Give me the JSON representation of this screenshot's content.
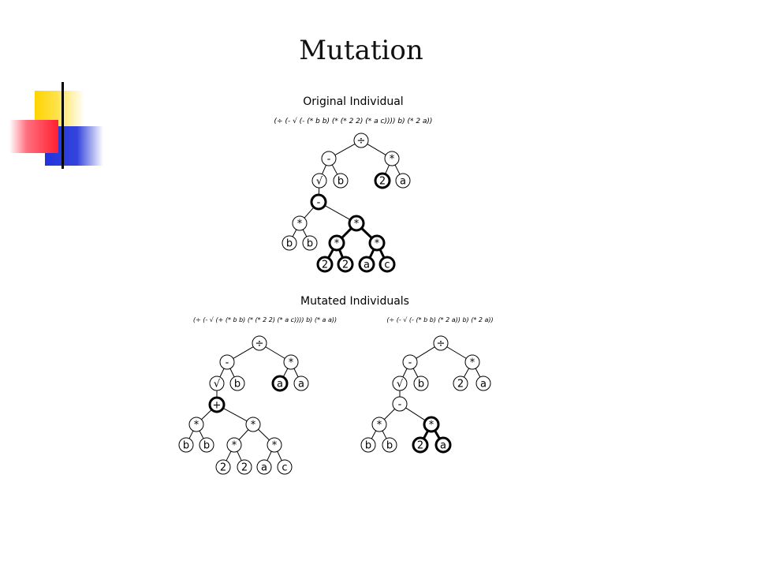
{
  "slide": {
    "title": "Mutation"
  },
  "original": {
    "heading": "Original Individual",
    "expression": "(÷ (- √ (- (* b b) (* (* 2 2) (* a c)))) b) (* 2 a))"
  },
  "mutated": {
    "heading": "Mutated Individuals",
    "left_expression": "(÷ (- √ (+ (* b b) (* (* 2 2) (* a c)))) b) (* a a))",
    "right_expression": "(÷ (- √ (- (* b b) (* 2 a)) b) (* 2 a))"
  },
  "colors": {
    "line": "#000000",
    "node_fill": "#ffffff",
    "accent_yellow": "#ffd400",
    "accent_blue": "#2233dd",
    "accent_red": "#ff2030"
  },
  "trees": {
    "original": {
      "nodes": [
        {
          "id": "o_div",
          "label": "÷",
          "bold": false
        },
        {
          "id": "o_minus1",
          "label": "-",
          "bold": false
        },
        {
          "id": "o_mul1",
          "label": "*",
          "bold": false
        },
        {
          "id": "o_sqrt",
          "label": "√",
          "bold": false
        },
        {
          "id": "o_b1",
          "label": "b",
          "bold": false
        },
        {
          "id": "o_2a",
          "label": "2",
          "bold": true
        },
        {
          "id": "o_a1",
          "label": "a",
          "bold": false
        },
        {
          "id": "o_minus2",
          "label": "-",
          "bold": true
        },
        {
          "id": "o_mul2",
          "label": "*",
          "bold": false
        },
        {
          "id": "o_mul3",
          "label": "*",
          "bold": true
        },
        {
          "id": "o_b2",
          "label": "b",
          "bold": false
        },
        {
          "id": "o_b3",
          "label": "b",
          "bold": false
        },
        {
          "id": "o_mul4",
          "label": "*",
          "bold": true
        },
        {
          "id": "o_mul5",
          "label": "*",
          "bold": true
        },
        {
          "id": "o_2b",
          "label": "2",
          "bold": true
        },
        {
          "id": "o_2c",
          "label": "2",
          "bold": true
        },
        {
          "id": "o_a2",
          "label": "a",
          "bold": true
        },
        {
          "id": "o_c",
          "label": "c",
          "bold": true
        }
      ],
      "edges": [
        {
          "from": "o_div",
          "to": "o_minus1",
          "bold": false
        },
        {
          "from": "o_div",
          "to": "o_mul1",
          "bold": false
        },
        {
          "from": "o_minus1",
          "to": "o_sqrt",
          "bold": false
        },
        {
          "from": "o_minus1",
          "to": "o_b1",
          "bold": false
        },
        {
          "from": "o_mul1",
          "to": "o_2a",
          "bold": false
        },
        {
          "from": "o_mul1",
          "to": "o_a1",
          "bold": false
        },
        {
          "from": "o_sqrt",
          "to": "o_minus2",
          "bold": false
        },
        {
          "from": "o_minus2",
          "to": "o_mul2",
          "bold": false
        },
        {
          "from": "o_minus2",
          "to": "o_mul3",
          "bold": false
        },
        {
          "from": "o_mul2",
          "to": "o_b2",
          "bold": false
        },
        {
          "from": "o_mul2",
          "to": "o_b3",
          "bold": false
        },
        {
          "from": "o_mul3",
          "to": "o_mul4",
          "bold": true
        },
        {
          "from": "o_mul3",
          "to": "o_mul5",
          "bold": true
        },
        {
          "from": "o_mul4",
          "to": "o_2b",
          "bold": true
        },
        {
          "from": "o_mul4",
          "to": "o_2c",
          "bold": true
        },
        {
          "from": "o_mul5",
          "to": "o_a2",
          "bold": true
        },
        {
          "from": "o_mul5",
          "to": "o_c",
          "bold": true
        }
      ]
    },
    "mutated_left": {
      "nodes": [
        {
          "id": "l_div",
          "label": "÷",
          "bold": false
        },
        {
          "id": "l_minus1",
          "label": "-",
          "bold": false
        },
        {
          "id": "l_mul1",
          "label": "*",
          "bold": false
        },
        {
          "id": "l_sqrt",
          "label": "√",
          "bold": false
        },
        {
          "id": "l_b1",
          "label": "b",
          "bold": false
        },
        {
          "id": "l_aa",
          "label": "a",
          "bold": true
        },
        {
          "id": "l_a1",
          "label": "a",
          "bold": false
        },
        {
          "id": "l_plus",
          "label": "+",
          "bold": true
        },
        {
          "id": "l_mul2",
          "label": "*",
          "bold": false
        },
        {
          "id": "l_mul3",
          "label": "*",
          "bold": false
        },
        {
          "id": "l_b2",
          "label": "b",
          "bold": false
        },
        {
          "id": "l_b3",
          "label": "b",
          "bold": false
        },
        {
          "id": "l_mul4",
          "label": "*",
          "bold": false
        },
        {
          "id": "l_mul5",
          "label": "*",
          "bold": false
        },
        {
          "id": "l_2a",
          "label": "2",
          "bold": false
        },
        {
          "id": "l_2b",
          "label": "2",
          "bold": false
        },
        {
          "id": "l_a2",
          "label": "a",
          "bold": false
        },
        {
          "id": "l_c",
          "label": "c",
          "bold": false
        }
      ],
      "edges": [
        {
          "from": "l_div",
          "to": "l_minus1",
          "bold": false
        },
        {
          "from": "l_div",
          "to": "l_mul1",
          "bold": false
        },
        {
          "from": "l_minus1",
          "to": "l_sqrt",
          "bold": false
        },
        {
          "from": "l_minus1",
          "to": "l_b1",
          "bold": false
        },
        {
          "from": "l_mul1",
          "to": "l_aa",
          "bold": false
        },
        {
          "from": "l_mul1",
          "to": "l_a1",
          "bold": false
        },
        {
          "from": "l_sqrt",
          "to": "l_plus",
          "bold": false
        },
        {
          "from": "l_plus",
          "to": "l_mul2",
          "bold": false
        },
        {
          "from": "l_plus",
          "to": "l_mul3",
          "bold": false
        },
        {
          "from": "l_mul2",
          "to": "l_b2",
          "bold": false
        },
        {
          "from": "l_mul2",
          "to": "l_b3",
          "bold": false
        },
        {
          "from": "l_mul3",
          "to": "l_mul4",
          "bold": false
        },
        {
          "from": "l_mul3",
          "to": "l_mul5",
          "bold": false
        },
        {
          "from": "l_mul4",
          "to": "l_2a",
          "bold": false
        },
        {
          "from": "l_mul4",
          "to": "l_2b",
          "bold": false
        },
        {
          "from": "l_mul5",
          "to": "l_a2",
          "bold": false
        },
        {
          "from": "l_mul5",
          "to": "l_c",
          "bold": false
        }
      ]
    },
    "mutated_right": {
      "nodes": [
        {
          "id": "r_div",
          "label": "÷",
          "bold": false
        },
        {
          "id": "r_minus1",
          "label": "-",
          "bold": false
        },
        {
          "id": "r_mul1",
          "label": "*",
          "bold": false
        },
        {
          "id": "r_sqrt",
          "label": "√",
          "bold": false
        },
        {
          "id": "r_b1",
          "label": "b",
          "bold": false
        },
        {
          "id": "r_2a",
          "label": "2",
          "bold": false
        },
        {
          "id": "r_a1",
          "label": "a",
          "bold": false
        },
        {
          "id": "r_minus2",
          "label": "-",
          "bold": false
        },
        {
          "id": "r_mul2",
          "label": "*",
          "bold": false
        },
        {
          "id": "r_mul3",
          "label": "*",
          "bold": true
        },
        {
          "id": "r_b2",
          "label": "b",
          "bold": false
        },
        {
          "id": "r_b3",
          "label": "b",
          "bold": false
        },
        {
          "id": "r_2b",
          "label": "2",
          "bold": true
        },
        {
          "id": "r_a2",
          "label": "a",
          "bold": true
        }
      ],
      "edges": [
        {
          "from": "r_div",
          "to": "r_minus1",
          "bold": false
        },
        {
          "from": "r_div",
          "to": "r_mul1",
          "bold": false
        },
        {
          "from": "r_minus1",
          "to": "r_sqrt",
          "bold": false
        },
        {
          "from": "r_minus1",
          "to": "r_b1",
          "bold": false
        },
        {
          "from": "r_mul1",
          "to": "r_2a",
          "bold": false
        },
        {
          "from": "r_mul1",
          "to": "r_a1",
          "bold": false
        },
        {
          "from": "r_sqrt",
          "to": "r_minus2",
          "bold": false
        },
        {
          "from": "r_minus2",
          "to": "r_mul2",
          "bold": false
        },
        {
          "from": "r_minus2",
          "to": "r_mul3",
          "bold": false
        },
        {
          "from": "r_mul2",
          "to": "r_b2",
          "bold": false
        },
        {
          "from": "r_mul2",
          "to": "r_b3",
          "bold": false
        },
        {
          "from": "r_mul3",
          "to": "r_2b",
          "bold": true
        },
        {
          "from": "r_mul3",
          "to": "r_a2",
          "bold": true
        }
      ]
    }
  }
}
